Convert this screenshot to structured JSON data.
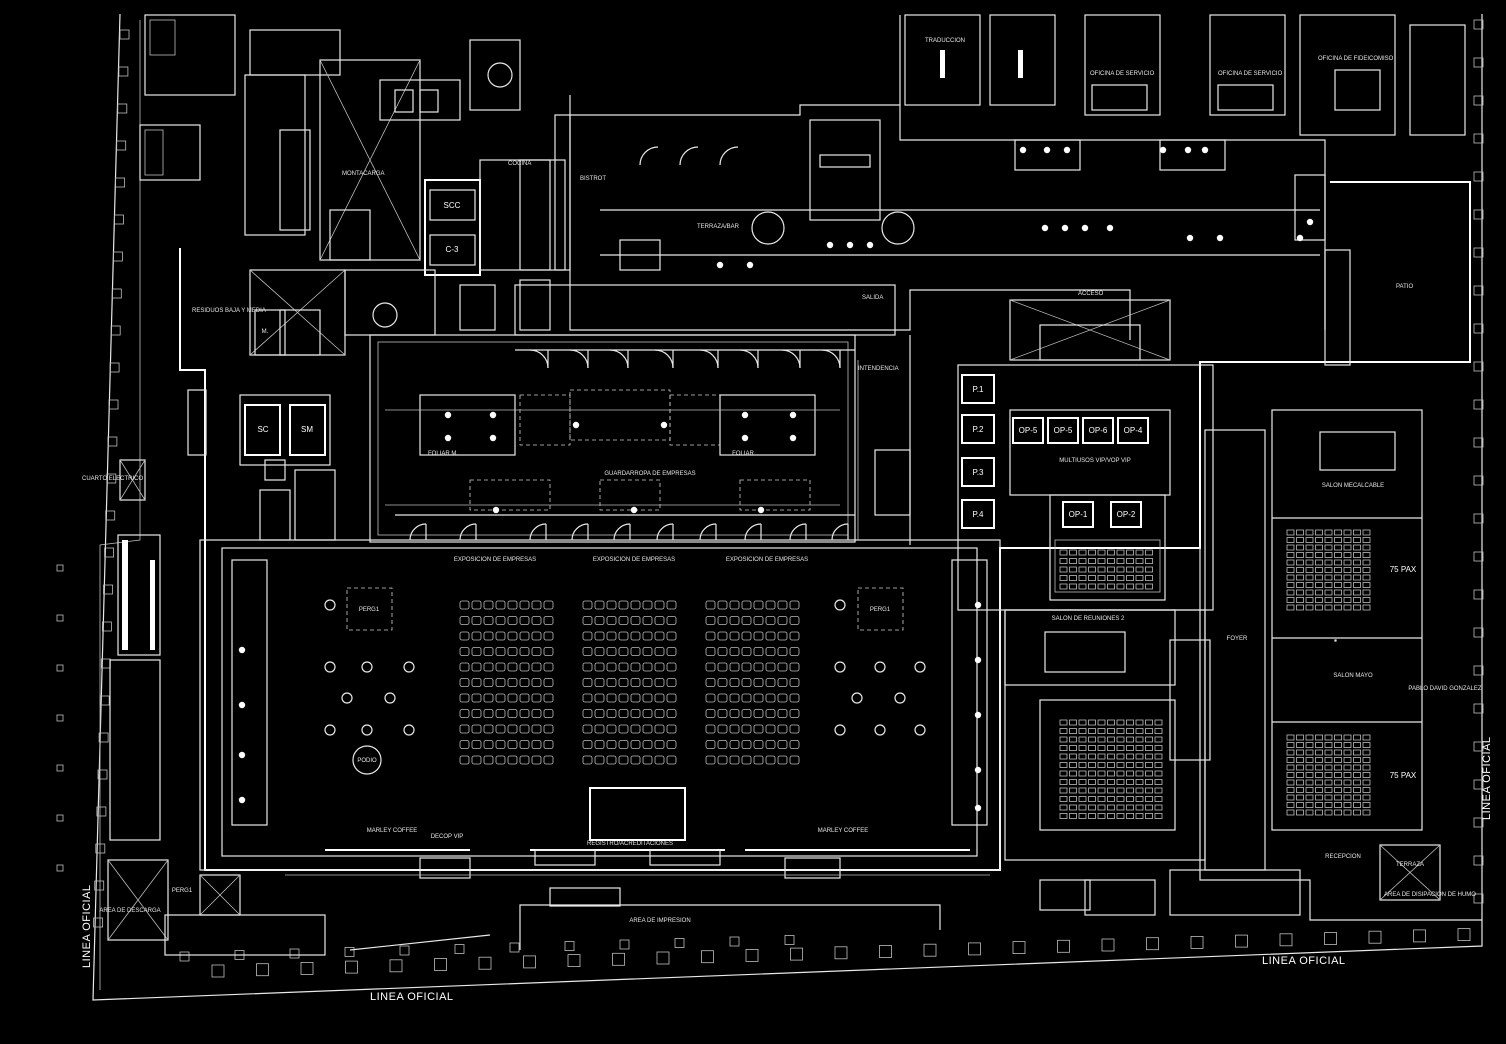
{
  "boundary": {
    "left": "LINEA OFICIAL",
    "bottom": "LINEA OFICIAL",
    "bottom_right": "LINEA OFICIAL",
    "right": "LINEA OFICIAL"
  },
  "rooms": {
    "scc": "SCC",
    "c3": "C-3",
    "sc": "SC",
    "sm": "SM",
    "m": "M.",
    "bistrot": "BISTROT",
    "cocina": "COCINA",
    "montacarga": "MONTACARGA",
    "residuos": "RESIDUOS BAJA Y MEDIA",
    "terraza_bar": "TERRAZA/BAR",
    "salida": "SALIDA",
    "acceso": "ACCESO",
    "intendencia": "INTENDENCIA",
    "patio": "PATIO",
    "traduccion": "TRADUCCION",
    "oficina_servicio_1": "OFICINA DE SERVICIO",
    "oficina_servicio_2": "OFICINA DE SERVICIO",
    "oficina_fideicomiso": "OFICINA DE FIDEICOMISO",
    "p1": "P.1",
    "p2": "P.2",
    "p3": "P.3",
    "p4": "P.4",
    "op5a": "OP-5",
    "op5b": "OP-5",
    "op6": "OP-6",
    "op4": "OP-4",
    "op1": "OP-1",
    "op2": "OP-2",
    "multiusos": "MULTIUSOS VIP/VOP VIP",
    "salon_reuniones": "SALON DE REUNIONES 2",
    "foyer": "FOYER",
    "salon_mecalcable": "SALON MECALCABLE",
    "salon_mayo": "SALON MAYO",
    "pablo_david": "PABLO DAVID GONZALEZ",
    "pax_top": "75 PAX",
    "pax_bottom": "75 PAX",
    "exposicion_1": "EXPOSICION DE EMPRESAS",
    "exposicion_2": "EXPOSICION DE EMPRESAS",
    "exposicion_3": "EXPOSICION DE EMPRESAS",
    "perg_left": "PERG1",
    "perg_right": "PERG1",
    "perg_bottom": "PERG1",
    "podio": "PODIO",
    "marley_left": "MARLEY COFFEE",
    "marley_right": "MARLEY COFFEE",
    "registro": "REGISTRO/ACREDITACIONES",
    "area_impresion": "AREA DE IMPRESION",
    "cuarto_electrico": "CUARTO ELECTRICO",
    "recepcion": "RECEPCION",
    "terraza_humo": "TERRAZA",
    "area_humo": "AREA DE DISIPACION DE HUMO",
    "foliar_left": "FOLIAR M.",
    "foliar_right": "FOLIAR",
    "guardarropa": "GUARDARROPA DE EMPRESAS",
    "area_descarga": "AREA DE DESCARGA",
    "decop_vip": "DECOP VIP"
  },
  "colors": {
    "background": "#000000",
    "line": "#e8e8e8"
  }
}
